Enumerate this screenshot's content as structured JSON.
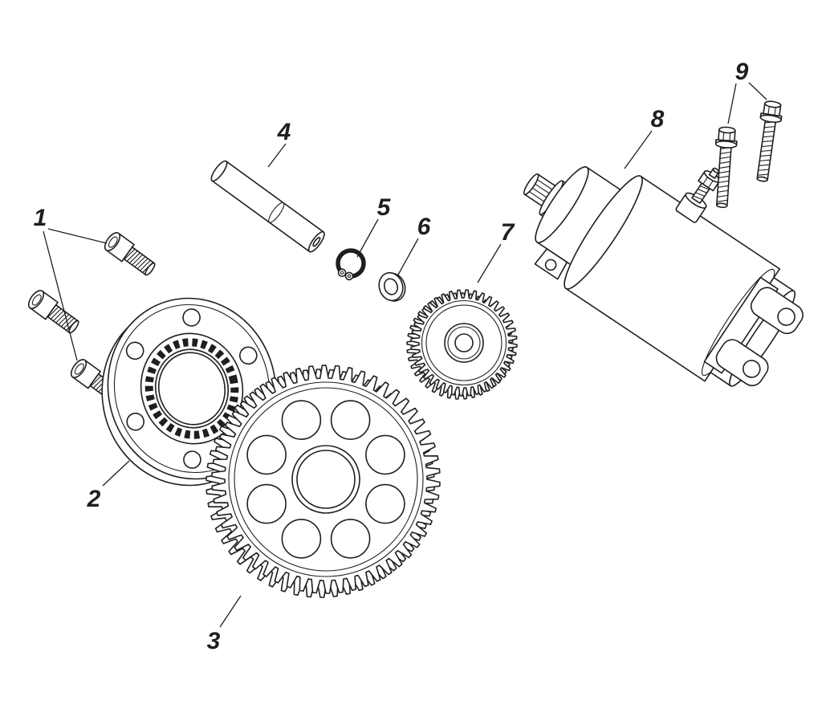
{
  "figure": {
    "background": "#ffffff",
    "line_color": "#1f1f1f"
  },
  "callouts": [
    {
      "number": "1"
    },
    {
      "number": "2"
    },
    {
      "number": "3"
    },
    {
      "number": "4"
    },
    {
      "number": "5"
    },
    {
      "number": "6"
    },
    {
      "number": "7"
    },
    {
      "number": "8"
    },
    {
      "number": "9"
    }
  ]
}
